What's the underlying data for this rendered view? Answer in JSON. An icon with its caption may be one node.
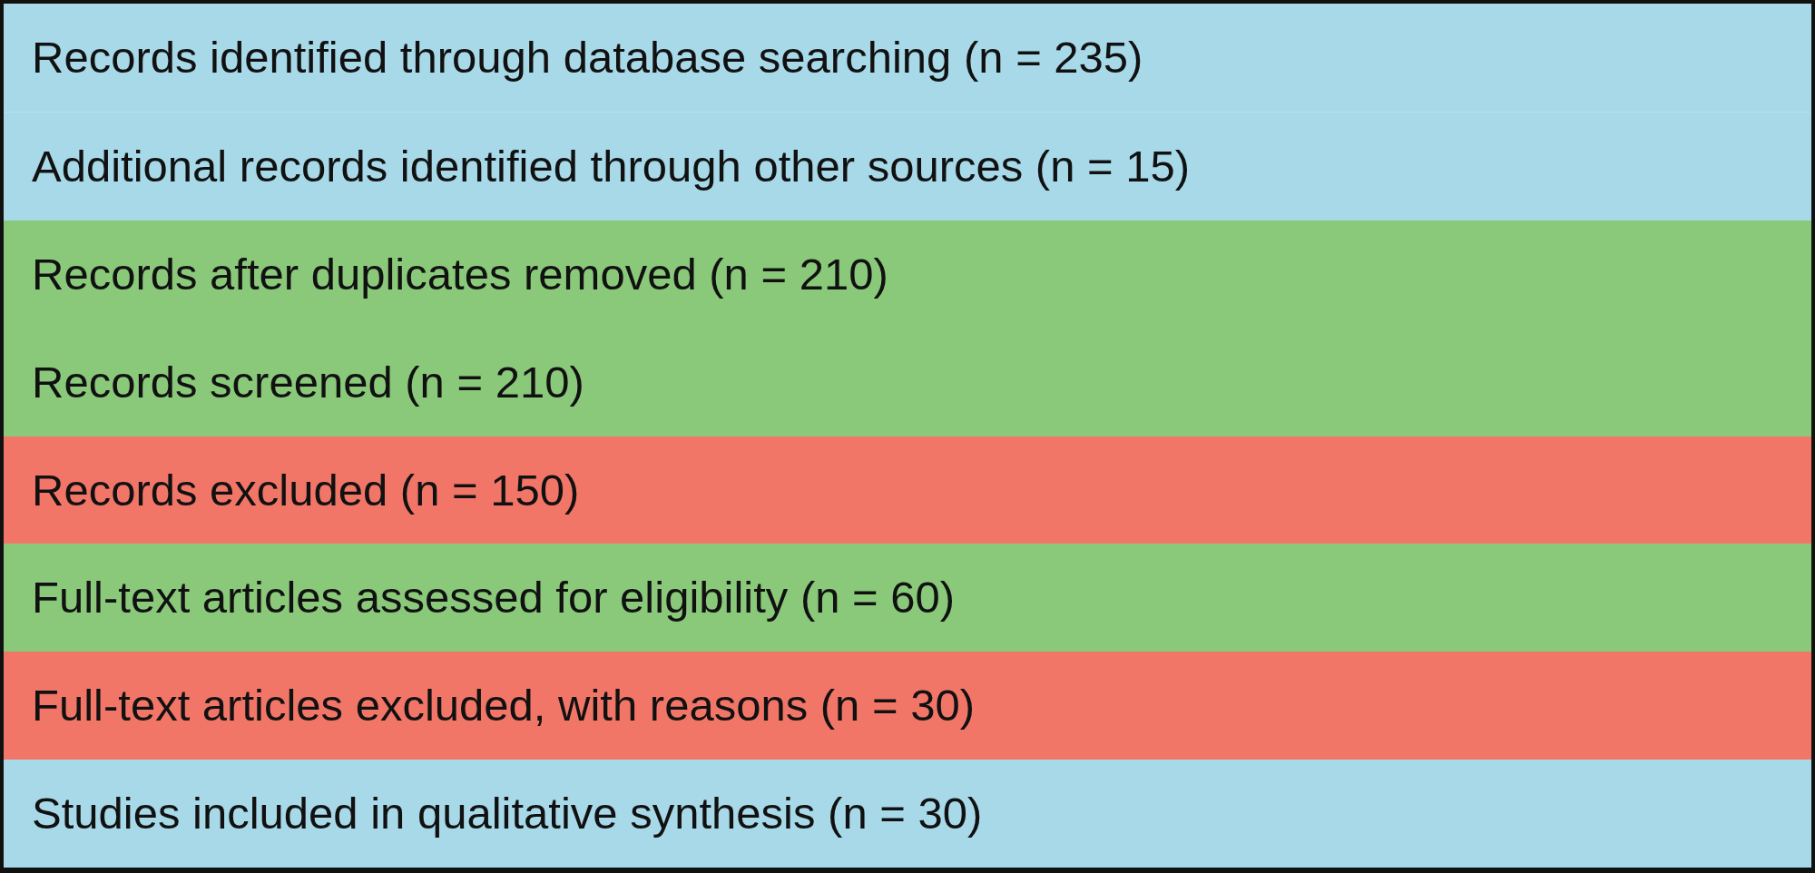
{
  "diagram": {
    "nodes": [
      {
        "text": [
          "Records identified through database searching (n = 235)"
        ]
      },
      {
        "text": [
          "Additional records identified through other sources (n = 15)"
        ]
      },
      {
        "text": [
          "Records after duplicates removed (n = 210)"
        ]
      },
      {
        "text": [
          "Records screened (n = 210)"
        ]
      },
      {
        "text": [
          "Records excluded (n = 150)"
        ]
      },
      {
        "text": [
          "Full-text articles assessed for eligibility (n = 60)"
        ]
      },
      {
        "text": [
          "Full-text articles excluded, with reasons (n = 30)"
        ]
      },
      {
        "text": [
          "Studies included in qualitative synthesis (n = 30)"
        ]
      }
    ]
  }
}
